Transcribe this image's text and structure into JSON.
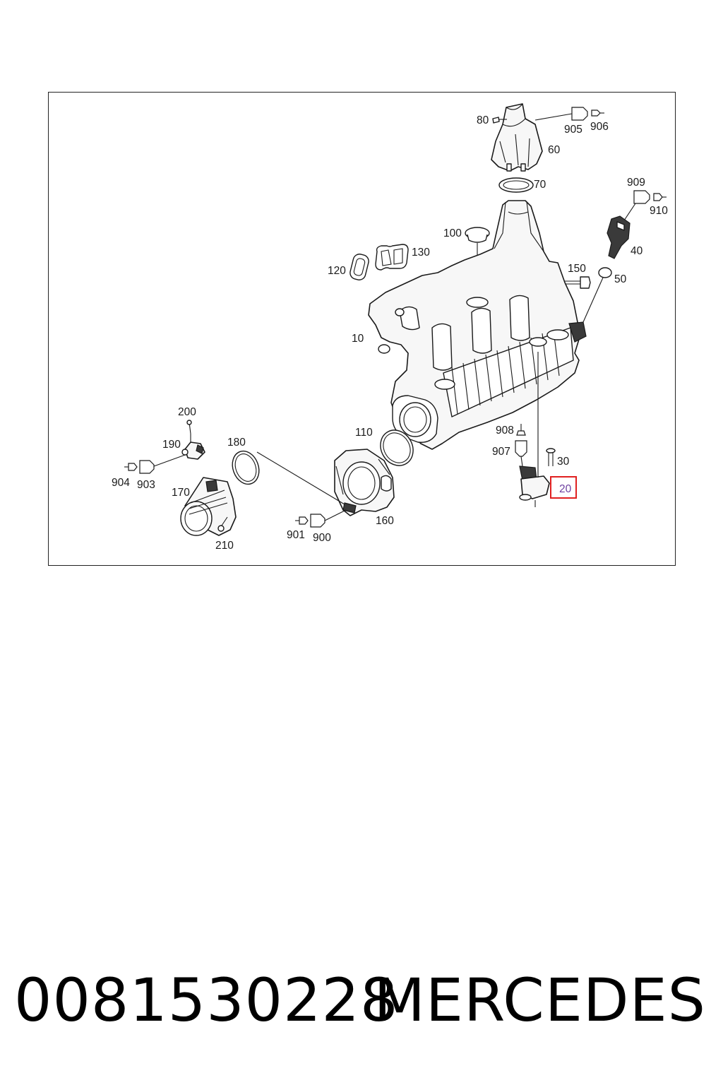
{
  "diagram": {
    "labels": {
      "l10": "10",
      "l20": "20",
      "l30": "30",
      "l40": "40",
      "l50": "50",
      "l60": "60",
      "l70": "70",
      "l80": "80",
      "l100": "100",
      "l110": "110",
      "l120": "120",
      "l130": "130",
      "l150": "150",
      "l160": "160",
      "l170": "170",
      "l180": "180",
      "l190": "190",
      "l200": "200",
      "l210": "210",
      "l900": "900",
      "l901": "901",
      "l903": "903",
      "l904": "904",
      "l905": "905",
      "l906": "906",
      "l907": "907",
      "l908": "908",
      "l909": "909",
      "l910": "910"
    },
    "highlight_color": "#e02020"
  },
  "footer": {
    "part_number": "0081530228",
    "brand": "MERCEDES"
  }
}
